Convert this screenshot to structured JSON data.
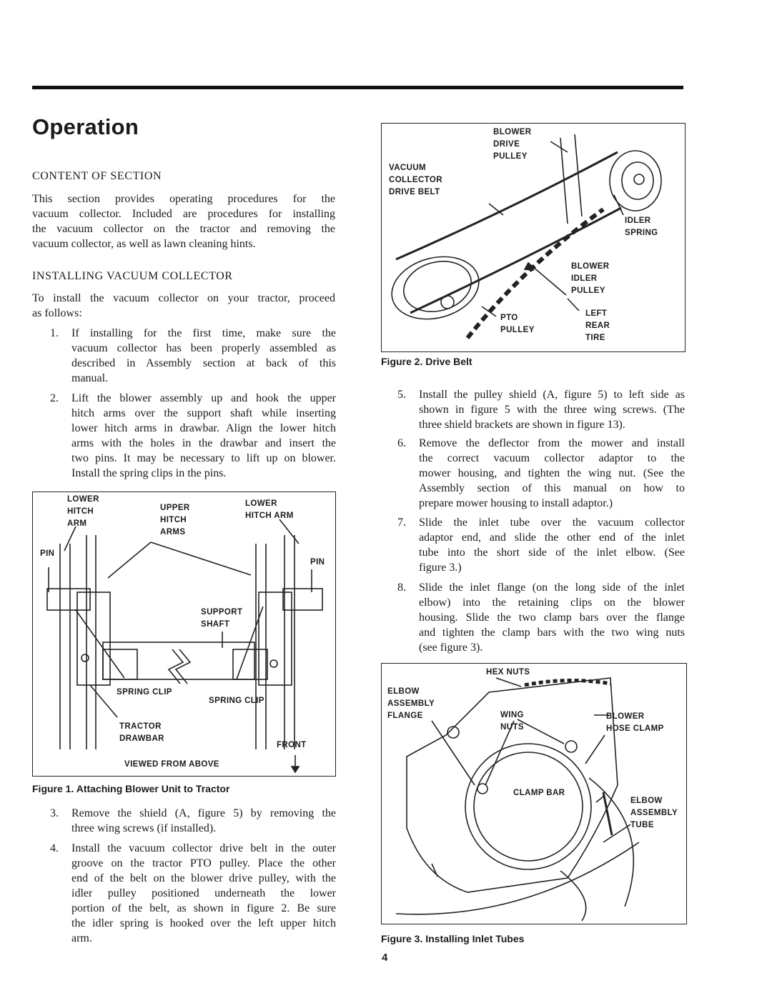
{
  "header": {
    "title": "Operation"
  },
  "content_section": {
    "heading": "CONTENT OF SECTION",
    "lines": [
      "This section provides operating procedures for the",
      "vacuum collector. Included are procedures for installing",
      "the vacuum collector on the tractor and removing the",
      "vacuum collector, as well as lawn cleaning hints."
    ]
  },
  "installing_section": {
    "heading": "INSTALLING VACUUM COLLECTOR",
    "intro_lines": [
      "To install the vacuum collector on your tractor, proceed",
      "as follows:"
    ]
  },
  "steps": [
    {
      "num": "1.",
      "lines": [
        "If installing for the first time, make sure the",
        "vacuum collector has been properly assembled as",
        "described in Assembly section at back of this",
        "manual."
      ]
    },
    {
      "num": "2.",
      "lines": [
        "Lift the blower assembly up and hook the upper",
        "hitch arms over the support shaft while inserting",
        "lower hitch arms in drawbar. Align the lower hitch",
        "arms with the holes in the drawbar and insert the",
        "two pins. It may be necessary to lift up on blower.",
        "Install the spring clips in the pins."
      ]
    },
    {
      "num": "3.",
      "lines": [
        "Remove the shield (A, figure 5) by removing the",
        "three wing screws (if installed)."
      ]
    },
    {
      "num": "4.",
      "lines": [
        "Install the vacuum collector drive belt in the outer",
        "groove on the tractor PTO pulley. Place the other",
        "end of the belt on the blower drive pulley, with the",
        "idler pulley positioned underneath the lower",
        "portion of the belt, as shown in figure 2. Be sure",
        "the idler spring is hooked over the left upper hitch",
        "arm."
      ]
    },
    {
      "num": "5.",
      "lines": [
        "Install the pulley shield (A, figure 5) to left side as",
        "shown in figure 5 with the three wing screws. (The",
        "three shield brackets are shown in figure 13)."
      ]
    },
    {
      "num": "6.",
      "lines": [
        "Remove the deflector from the mower and install",
        "the correct vacuum collector adaptor to the",
        "mower housing, and tighten the wing nut. (See the",
        "Assembly section of this manual on how to",
        "prepare mower housing to install adaptor.)"
      ]
    },
    {
      "num": "7.",
      "lines": [
        "Slide the inlet tube over the vacuum collector",
        "adaptor end, and slide the other end of the inlet",
        "tube into the short side of the inlet elbow. (See",
        "figure 3.)"
      ]
    },
    {
      "num": "8.",
      "lines": [
        "Slide the inlet flange (on the long side of the inlet",
        "elbow) into the retaining clips on the blower",
        "housing. Slide the two clamp bars over the flange",
        "and tighten the clamp bars with the two wing nuts",
        "(see figure 3)."
      ]
    }
  ],
  "figure1": {
    "caption": "Figure 1. Attaching Blower Unit to Tractor",
    "labels": {
      "lower_hitch_arm_left": "LOWER\nHITCH\nARM",
      "upper_hitch_arms": "UPPER\nHITCH\nARMS",
      "lower_hitch_arm_right": "LOWER\nHITCH ARM",
      "pin_left": "PIN",
      "pin_right": "PIN",
      "support_shaft": "SUPPORT\nSHAFT",
      "spring_clip_left": "SPRING CLIP",
      "spring_clip_right": "SPRING CLIP",
      "tractor_drawbar": "TRACTOR\nDRAWBAR",
      "front": "FRONT",
      "viewed_from_above": "VIEWED FROM ABOVE"
    }
  },
  "figure2": {
    "caption": "Figure 2. Drive Belt",
    "labels": {
      "blower_drive_pulley": "BLOWER\nDRIVE\nPULLEY",
      "vacuum_collector_drive_belt": "VACUUM\nCOLLECTOR\nDRIVE BELT",
      "idler_spring": "IDLER\nSPRING",
      "blower_idler_pulley": "BLOWER\nIDLER\nPULLEY",
      "pto_pulley": "PTO\nPULLEY",
      "left_rear_tire": "LEFT\nREAR\nTIRE"
    }
  },
  "figure3": {
    "caption": "Figure 3. Installing Inlet Tubes",
    "labels": {
      "hex_nuts": "HEX NUTS",
      "elbow_assembly_flange": "ELBOW\nASSEMBLY\nFLANGE",
      "wing_nuts": "WING\nNUTS",
      "blower_hose_clamp": "BLOWER\nHOSE CLAMP",
      "clamp_bar": "CLAMP BAR",
      "elbow_assembly_tube": "ELBOW\nASSEMBLY\nTUBE"
    }
  },
  "footer": {
    "page_number": "4"
  }
}
